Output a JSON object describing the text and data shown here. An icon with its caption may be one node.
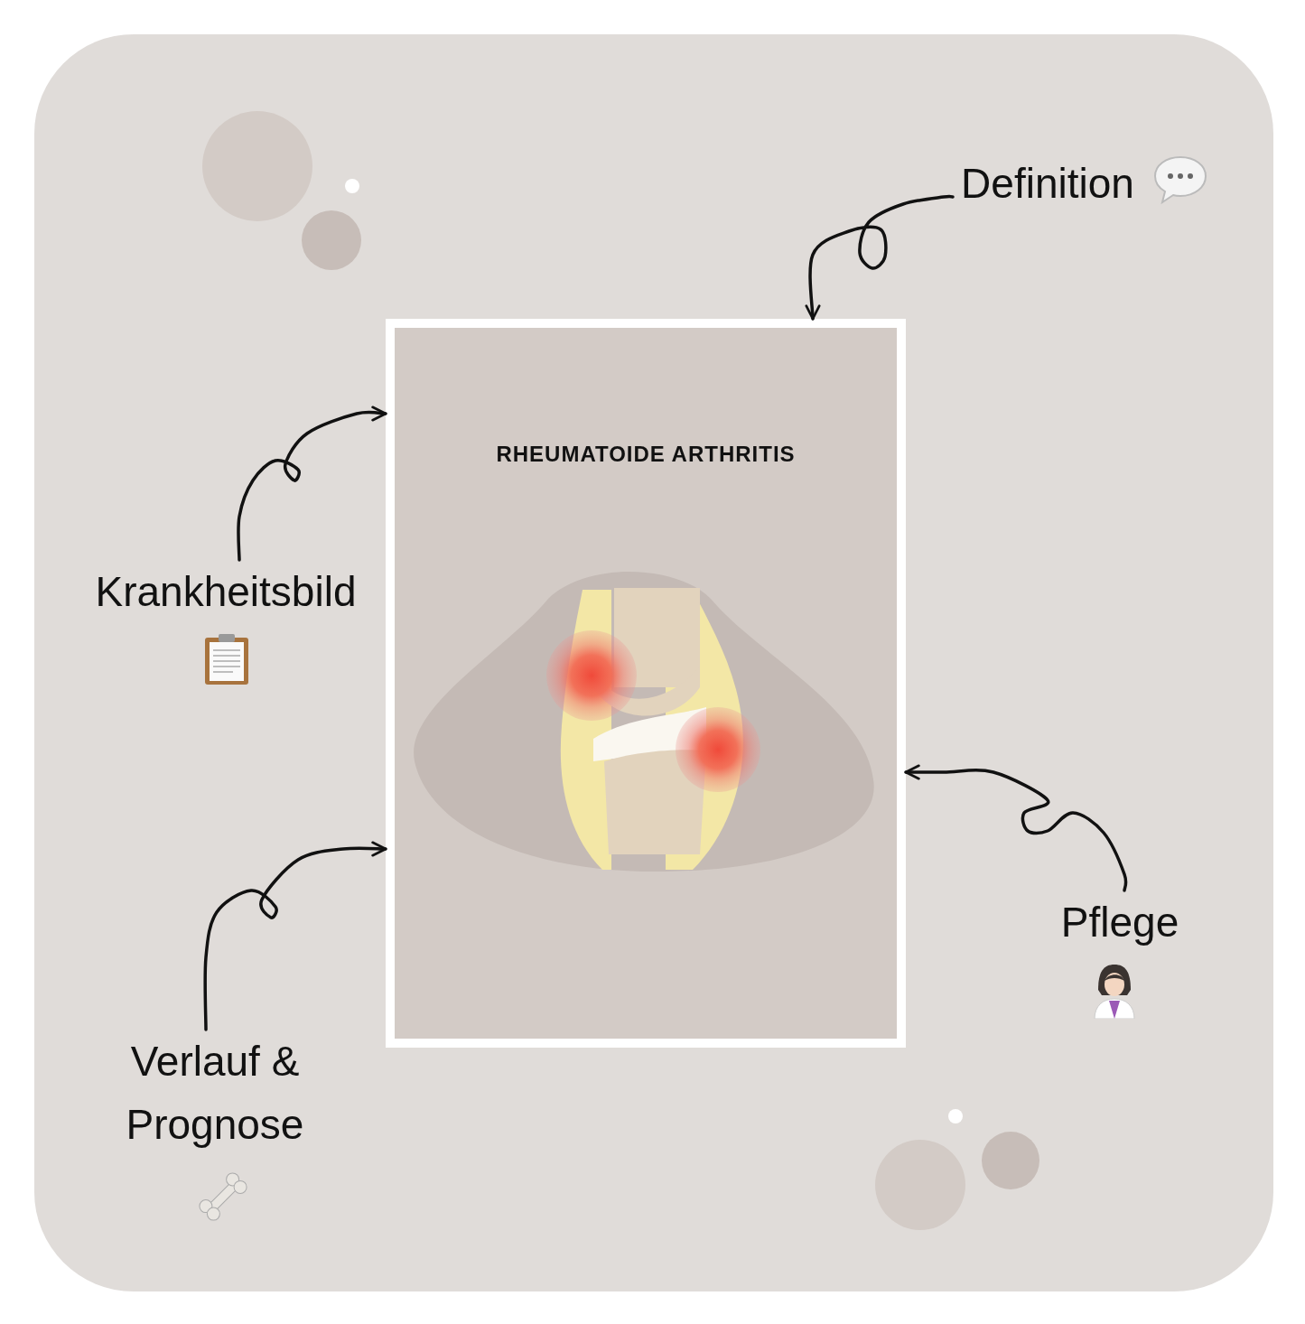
{
  "diagram": {
    "nodes": [
      {
        "text": [
          "RHEUMATOIDE ARTHRITIS"
        ]
      },
      {
        "text": [
          "Definition"
        ]
      },
      {
        "text": [
          "Krankheitsbild"
        ]
      },
      {
        "text": [
          "Verlauf & Prognose"
        ]
      },
      {
        "text": [
          "Pflege"
        ]
      }
    ],
    "edges": [
      {
        "from": 1,
        "to": 0,
        "arrow": "to"
      },
      {
        "from": 2,
        "to": 0,
        "arrow": "to"
      },
      {
        "from": 3,
        "to": 0,
        "arrow": "to"
      },
      {
        "from": 4,
        "to": 0,
        "arrow": "to"
      }
    ]
  }
}
